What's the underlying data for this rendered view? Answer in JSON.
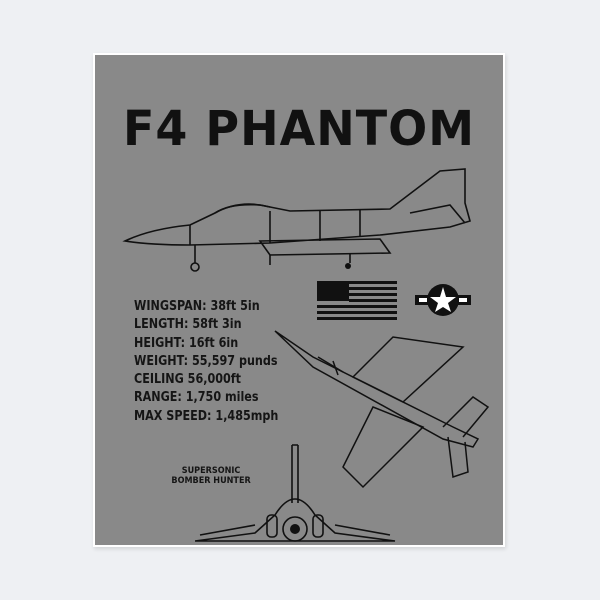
{
  "poster": {
    "title": "F4 PHANTOM",
    "specs": [
      "WINGSPAN: 38ft 5in",
      "LENGTH: 58ft 3in",
      "HEIGHT: 16ft 6in",
      "WEIGHT: 55,597 punds",
      "CEILING 56,000ft",
      "RANGE: 1,750 miles",
      "MAX SPEED: 1,485mph"
    ],
    "caption_line1": "SUPERSONIC",
    "caption_line2": "BOMBER HUNTER",
    "colors": {
      "background": "#898989",
      "ink": "#111111",
      "wall": "#eef0f3"
    }
  }
}
